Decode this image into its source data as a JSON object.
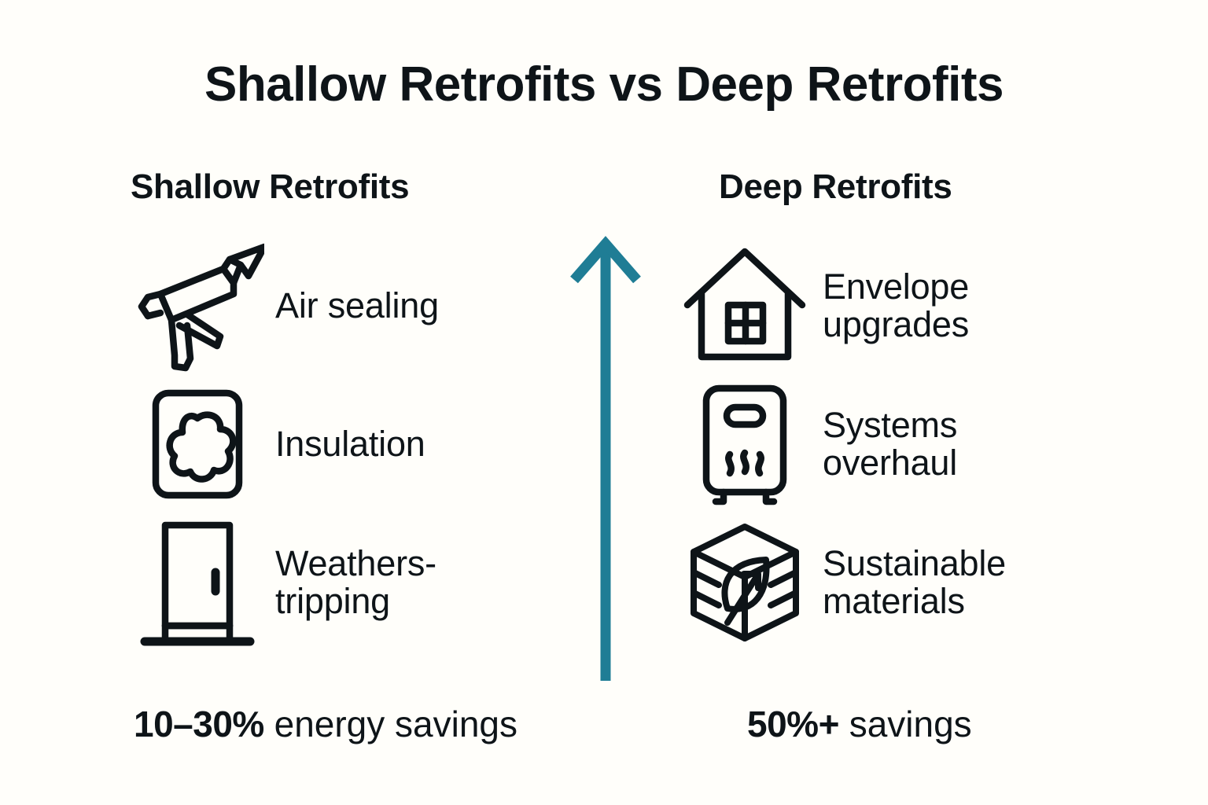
{
  "page": {
    "title": "Shallow Retrofits vs Deep Retrofits",
    "background_color": "#FFFEFA",
    "text_color": "#0E1418",
    "accent_color": "#1F7D95"
  },
  "columns": {
    "left": {
      "heading": "Shallow Retrofits",
      "items": [
        {
          "icon": "caulk-gun-icon",
          "label": "Air sealing"
        },
        {
          "icon": "insulation-panel-icon",
          "label": "Insulation"
        },
        {
          "icon": "door-weatherstripping-icon",
          "label": "Weathers-\ntripping"
        }
      ],
      "footer_emphasis": "10–30%",
      "footer_rest": " energy savings"
    },
    "right": {
      "heading": "Deep Retrofits",
      "items": [
        {
          "icon": "house-window-icon",
          "label": "Envelope\nupgrades"
        },
        {
          "icon": "boiler-heater-icon",
          "label": "Systems\noverhaul"
        },
        {
          "icon": "sustainable-materials-cube-icon",
          "label": "Sustainable\nmaterials"
        }
      ],
      "footer_emphasis": "50%+",
      "footer_rest": " savings"
    }
  },
  "arrow": {
    "name": "upward-progression-arrow",
    "direction": "up",
    "color": "#1F7D95"
  }
}
